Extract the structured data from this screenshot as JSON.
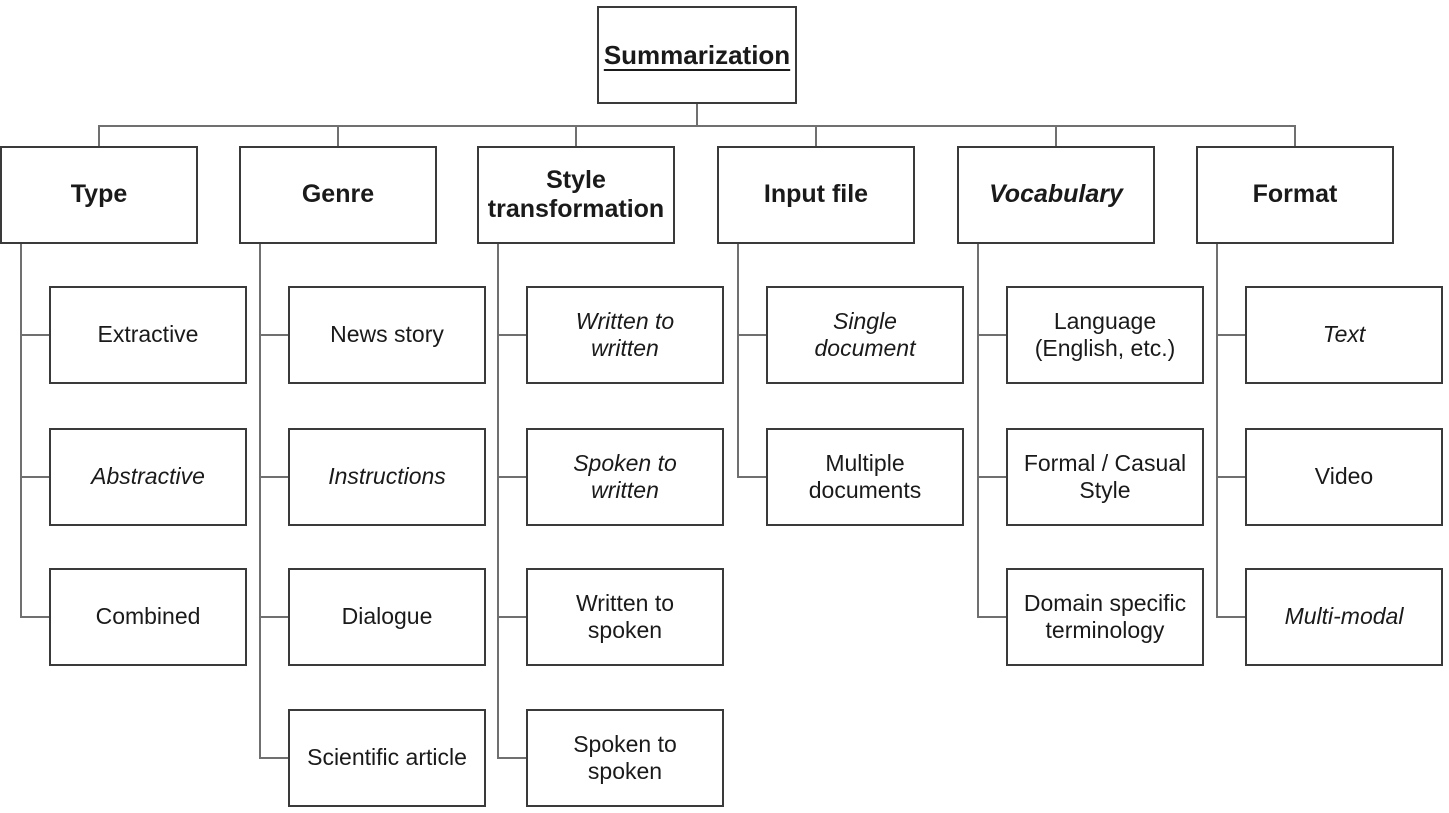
{
  "diagram": {
    "title_note": "Summarization taxonomy tree",
    "root": {
      "label": "Summarization",
      "bold": true,
      "underline": true
    },
    "columns": [
      {
        "category": {
          "label": "Type",
          "italic": false
        },
        "children": [
          {
            "label": "Extractive",
            "italic": false
          },
          {
            "label": "Abstractive",
            "italic": true
          },
          {
            "label": "Combined",
            "italic": false
          }
        ]
      },
      {
        "category": {
          "label": "Genre",
          "italic": false
        },
        "children": [
          {
            "label": "News story",
            "italic": false
          },
          {
            "label": "Instructions",
            "italic": true
          },
          {
            "label": "Dialogue",
            "italic": false
          },
          {
            "label": "Scientific article",
            "italic": false
          }
        ]
      },
      {
        "category": {
          "label": "Style\ntransformation",
          "italic": false
        },
        "children": [
          {
            "label": "Written to\nwritten",
            "italic": true
          },
          {
            "label": "Spoken to\nwritten",
            "italic": true
          },
          {
            "label": "Written to\nspoken",
            "italic": false
          },
          {
            "label": "Spoken to\nspoken",
            "italic": false
          }
        ]
      },
      {
        "category": {
          "label": "Input file",
          "italic": false
        },
        "children": [
          {
            "label": "Single\ndocument",
            "italic": true
          },
          {
            "label": "Multiple\ndocuments",
            "italic": false
          }
        ]
      },
      {
        "category": {
          "label": "Vocabulary",
          "italic": true
        },
        "children": [
          {
            "label": "Language\n(English, etc.)",
            "italic": false
          },
          {
            "label": "Formal / Casual\nStyle",
            "italic": false
          },
          {
            "label": "Domain specific\nterminology",
            "italic": false
          }
        ]
      },
      {
        "category": {
          "label": "Format",
          "italic": false
        },
        "children": [
          {
            "label": "Text",
            "italic": true
          },
          {
            "label": "Video",
            "italic": false
          },
          {
            "label": "Multi-modal",
            "italic": true
          }
        ]
      }
    ]
  },
  "colors": {
    "background": "#ffffff",
    "box_border": "#3a3a3a",
    "connector": "#707070",
    "text": "#1a1a1a"
  }
}
